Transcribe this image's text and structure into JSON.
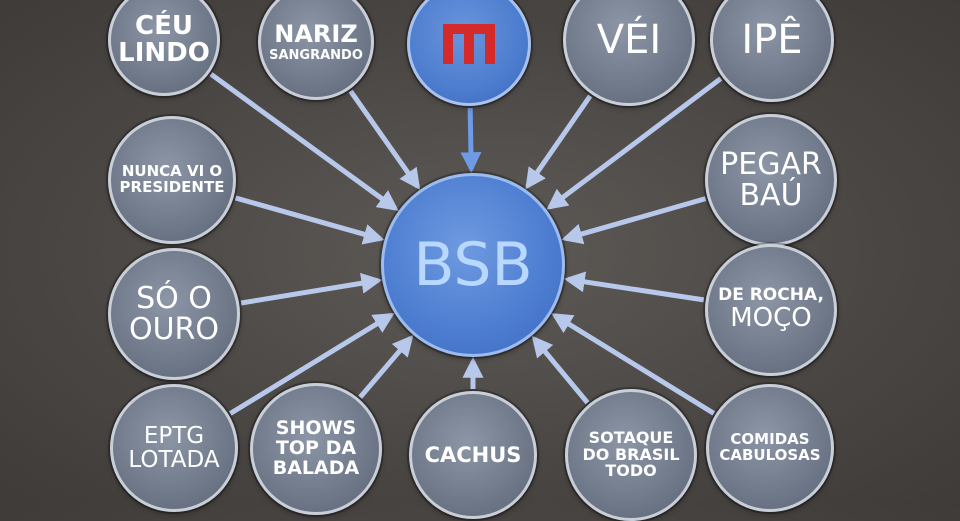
{
  "center": {
    "label": "BSB"
  },
  "logo_node": {
    "icon": "metro-m-logo-icon",
    "color": "#d42a2a"
  },
  "nodes": [
    {
      "id": "ceu-lindo",
      "lines": [
        "CÉU",
        "LINDO"
      ]
    },
    {
      "id": "nariz-sangrando",
      "lines": [
        "NARIZ",
        "SANGRANDO"
      ]
    },
    {
      "id": "vei",
      "lines": [
        "VÉI"
      ]
    },
    {
      "id": "ipe",
      "lines": [
        "IPÊ"
      ]
    },
    {
      "id": "nunca-vi-o-presidente",
      "lines": [
        "NUNCA VI O",
        "PRESIDENTE"
      ]
    },
    {
      "id": "pegar-bau",
      "lines": [
        "PEGAR",
        "BAÚ"
      ]
    },
    {
      "id": "so-o-ouro",
      "lines": [
        "SÓ O",
        "OURO"
      ]
    },
    {
      "id": "de-rocha-moco",
      "lines": [
        "DE ROCHA,",
        "MOÇO"
      ]
    },
    {
      "id": "eptg-lotada",
      "lines": [
        "EPTG",
        "LOTADA"
      ]
    },
    {
      "id": "shows-top-da-balada",
      "lines": [
        "SHOWS",
        "TOP DA",
        "BALADA"
      ]
    },
    {
      "id": "cachus",
      "lines": [
        "CACHUS"
      ]
    },
    {
      "id": "sotaque-do-brasil-todo",
      "lines": [
        "SOTAQUE",
        "DO BRASIL",
        "TODO"
      ]
    },
    {
      "id": "comidas-cabulosas",
      "lines": [
        "COMIDAS",
        "CABULOSAS"
      ]
    }
  ],
  "colors": {
    "center_fill": "#4f7fd2",
    "center_text": "#b9d8ff",
    "node_fill": "#717b8b",
    "arrow": "#b8c8ea",
    "logo_red": "#d42a2a"
  }
}
